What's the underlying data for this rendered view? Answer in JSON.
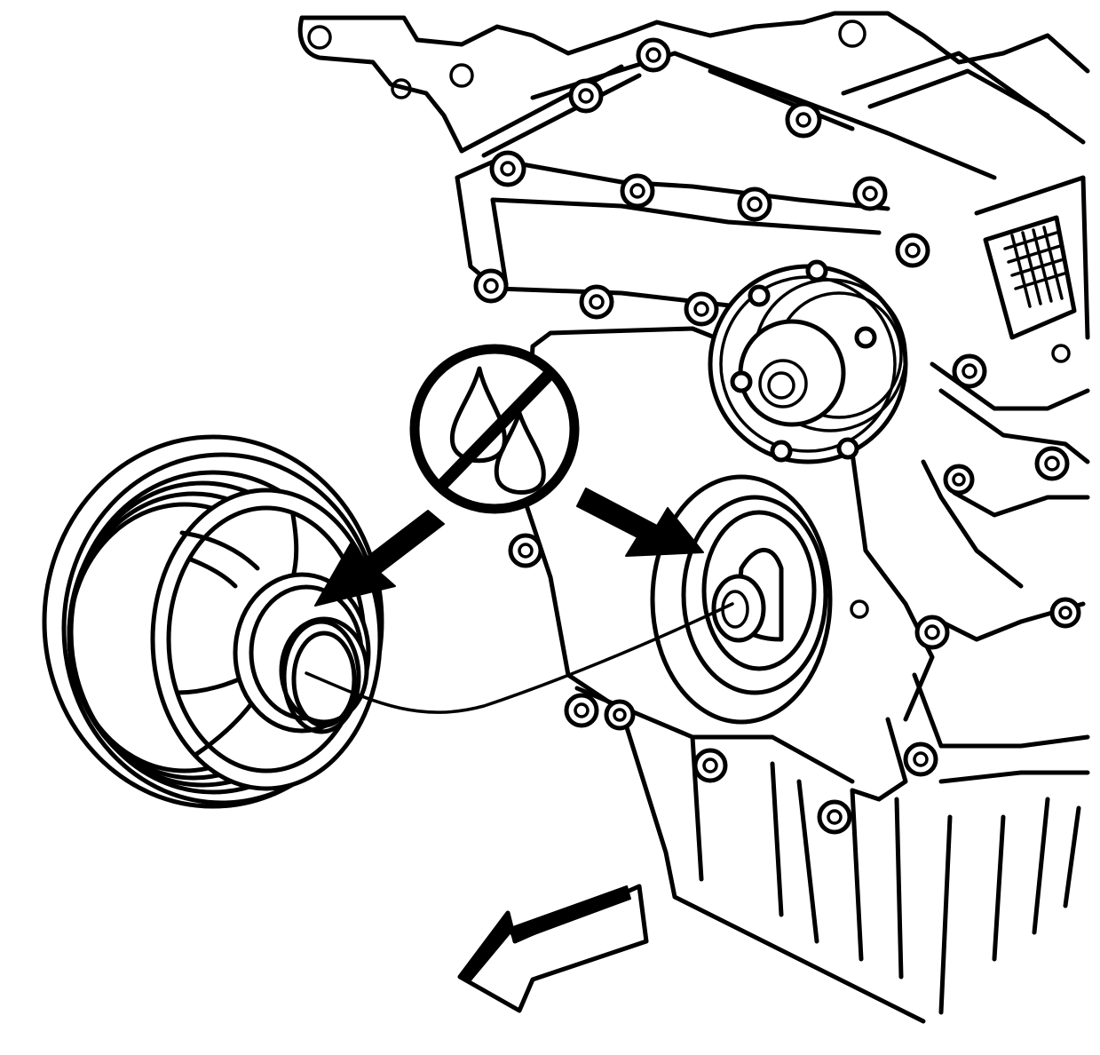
{
  "diagram": {
    "callouts": {
      "prohibition_symbol": "no-lubricant-symbol",
      "arrow_to_pulley": "arrow-pointing-to-damper-hub",
      "arrow_to_seal": "arrow-pointing-to-front-seal",
      "direction_arrow": "front-of-engine-arrow"
    },
    "colors": {
      "ink": "#000000",
      "paper": "#ffffff"
    }
  }
}
